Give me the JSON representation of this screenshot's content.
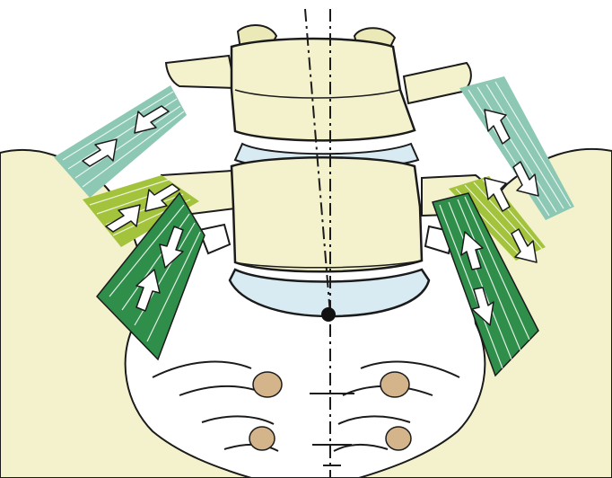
{
  "diagram": {
    "subject": "lumbosacral-ligaments",
    "colors": {
      "background": "#ffffff",
      "bone": "#f4f2cc",
      "bone_shadow": "#ebe9b8",
      "disc": "#d8eaf2",
      "outline": "#1b1b1b",
      "ligament_light": "#8cc8b4",
      "ligament_yellow": "#a3c33d",
      "ligament_dark": "#2f8f4a",
      "foramen": "#d4b48a",
      "arrow": "#ffffff"
    },
    "arrows": [
      {
        "side": "left",
        "ligament": "upper",
        "direction": "lateral-downward"
      },
      {
        "side": "left",
        "ligament": "upper",
        "direction": "medial-upward"
      },
      {
        "side": "left",
        "ligament": "middle",
        "direction": "lateral-downward"
      },
      {
        "side": "left",
        "ligament": "middle",
        "direction": "medial-upward"
      },
      {
        "side": "left",
        "ligament": "lower",
        "direction": "downward"
      },
      {
        "side": "left",
        "ligament": "lower",
        "direction": "upward"
      },
      {
        "side": "right",
        "ligament": "upper",
        "direction": "upward"
      },
      {
        "side": "right",
        "ligament": "upper",
        "direction": "downward"
      },
      {
        "side": "right",
        "ligament": "middle",
        "direction": "upward"
      },
      {
        "side": "right",
        "ligament": "middle",
        "direction": "downward"
      },
      {
        "side": "right",
        "ligament": "lower",
        "direction": "upward"
      },
      {
        "side": "right",
        "ligament": "lower",
        "direction": "downward"
      }
    ],
    "axis_marker": "center-of-rotation-dot"
  }
}
